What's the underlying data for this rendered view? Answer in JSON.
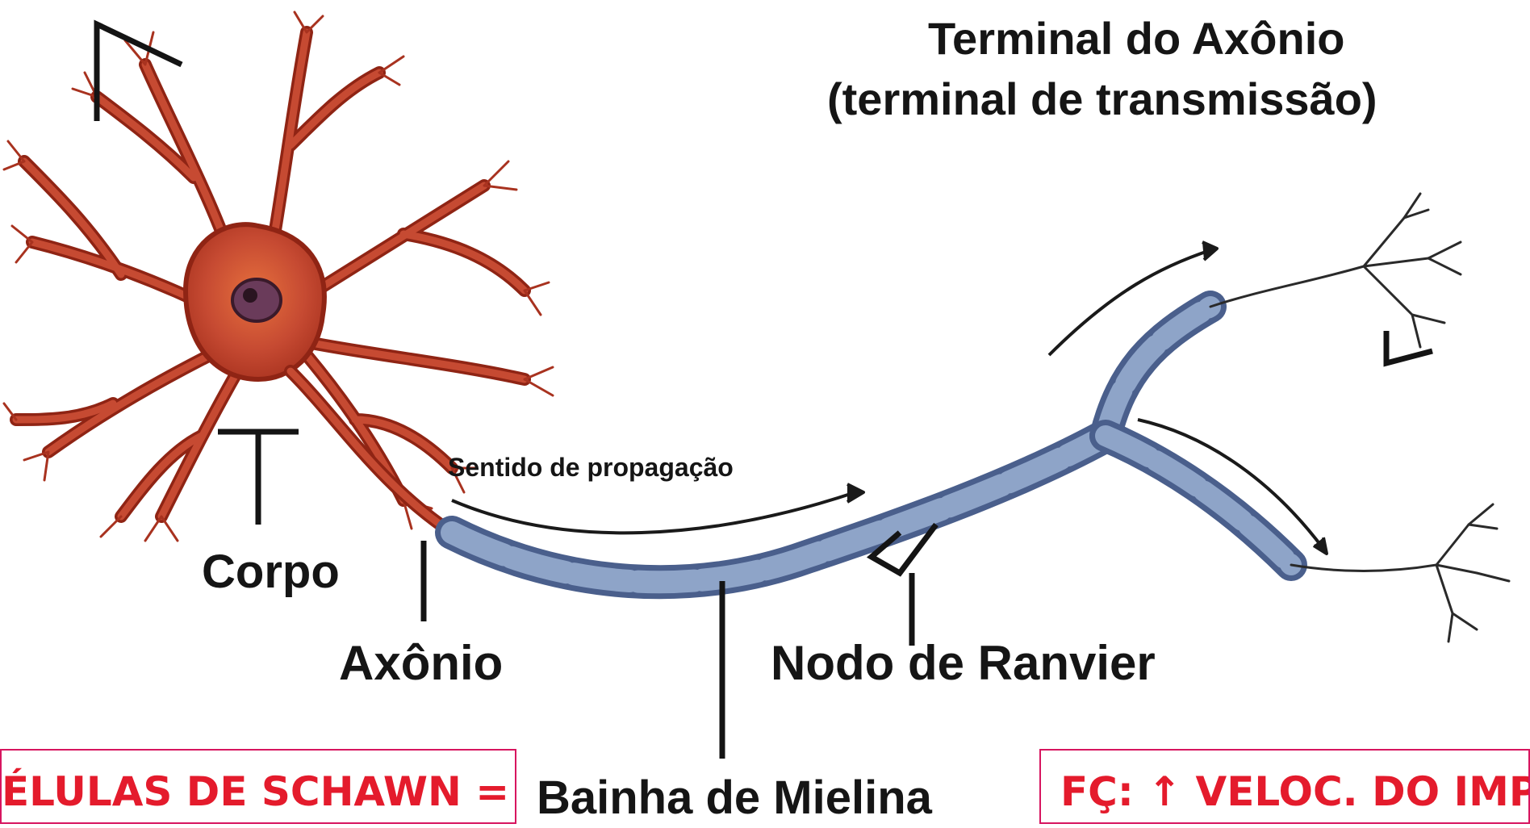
{
  "labels": {
    "terminal_title": "Terminal do Axônio",
    "terminal_subtitle": "(terminal de transmissão)",
    "propagation": "Sentido de propagação",
    "body": "Corpo",
    "axon": "Axônio",
    "node": "Nodo de Ranvier",
    "myelin": "Bainha de Mielina"
  },
  "notes": {
    "schwann": "ÉLULAS DE SCHAWN  =",
    "function": "FÇ: ↑ VELOC. DO IMP."
  },
  "colors": {
    "neuron_body": "#c64a32",
    "neuron_dark": "#8f2414",
    "myelin": "#8ea4c8",
    "myelin_dark": "#4a5f8c",
    "note_text": "#e41b2c",
    "note_border": "#d7155f"
  }
}
